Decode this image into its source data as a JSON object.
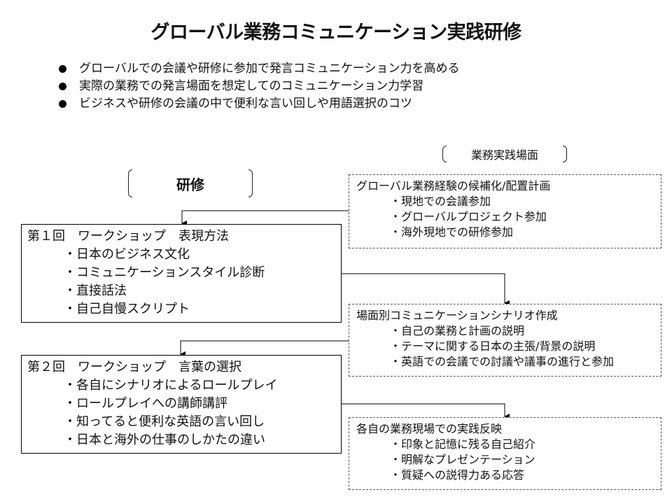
{
  "title": "グローバル業務コミュニケーション実践研修",
  "bullets": [
    "グローバルでの会議や研修に参加で発言コミュニケーション力を高める",
    "実際の業務での発言場面を想定してのコミュニケーション力学習",
    "ビジネスや研修の会議の中で便利な言い回しや用語選択のコツ"
  ],
  "labels": {
    "scene": "業務実践場面",
    "training": "研修"
  },
  "workshops": [
    {
      "heading": "第１回　ワークショップ　表現方法",
      "items": [
        "・日本のビジネス文化",
        "・コミュニケーションスタイル診断",
        "・直接話法",
        "・自己自慢スクリプト"
      ]
    },
    {
      "heading": "第２回　ワークショップ　言葉の選択",
      "items": [
        "・各自にシナリオによるロールプレイ",
        "・ロールプレイへの講師講評",
        "・知ってると便利な英語の言い回し",
        "・日本と海外の仕事のしかたの違い"
      ]
    }
  ],
  "practice": [
    {
      "heading": "グローバル業務経験の候補化/配置計画",
      "items": [
        "・現地での会議参加",
        "・グローバルプロジェクト参加",
        "・海外現地での研修参加"
      ]
    },
    {
      "heading": "場面別コミュニケーションシナリオ作成",
      "items": [
        "・自己の業務と計画の説明",
        "・テーマに関する日本の主張/背景の説明",
        "・英語での会議での討議や議事の進行と参加"
      ]
    },
    {
      "heading": "各自の業務現場での実践反映",
      "items": [
        "・印象と記憶に残る自己紹介",
        "・明解なプレゼンテーション",
        "・質疑への説得力ある応答"
      ]
    }
  ]
}
